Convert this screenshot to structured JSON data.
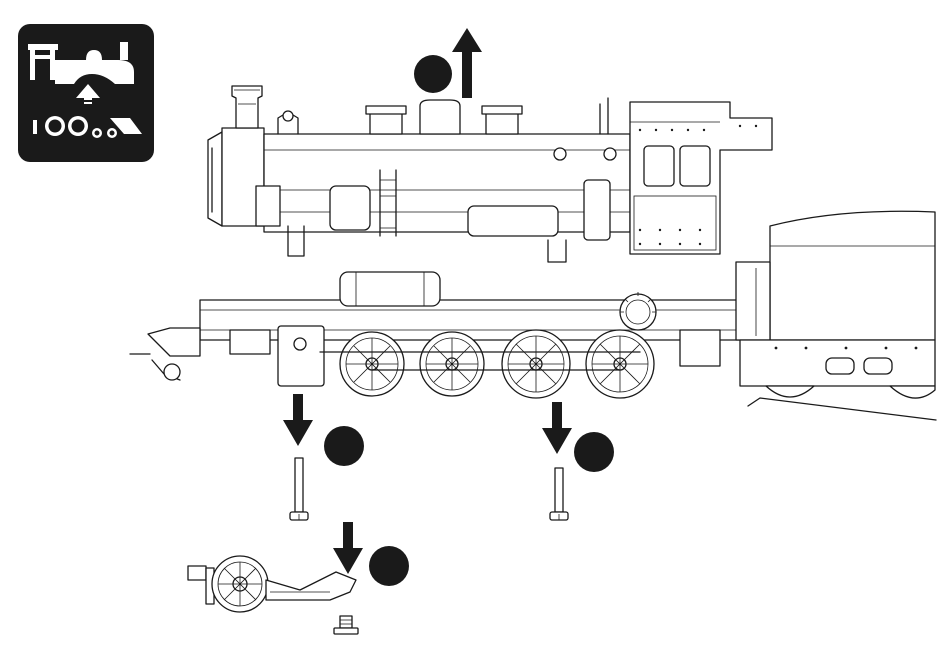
{
  "page": {
    "background": "#ffffff",
    "ink": "#1a1a1a"
  },
  "icons": {
    "badge": "remove-locomotive-body-icon",
    "lift_arrow": "arrow-up-icon",
    "down_arrow": "arrow-down-icon",
    "step_marker": "filled-circle-marker"
  },
  "parts": {
    "body_shell": "locomotive-body-shell",
    "chassis": "locomotive-chassis-with-drive-wheels",
    "tender": "tender",
    "screw_long": "long-screw",
    "screw_short": "short-screw",
    "pony_truck": "pony-truck",
    "small_screw": "small-screw"
  }
}
